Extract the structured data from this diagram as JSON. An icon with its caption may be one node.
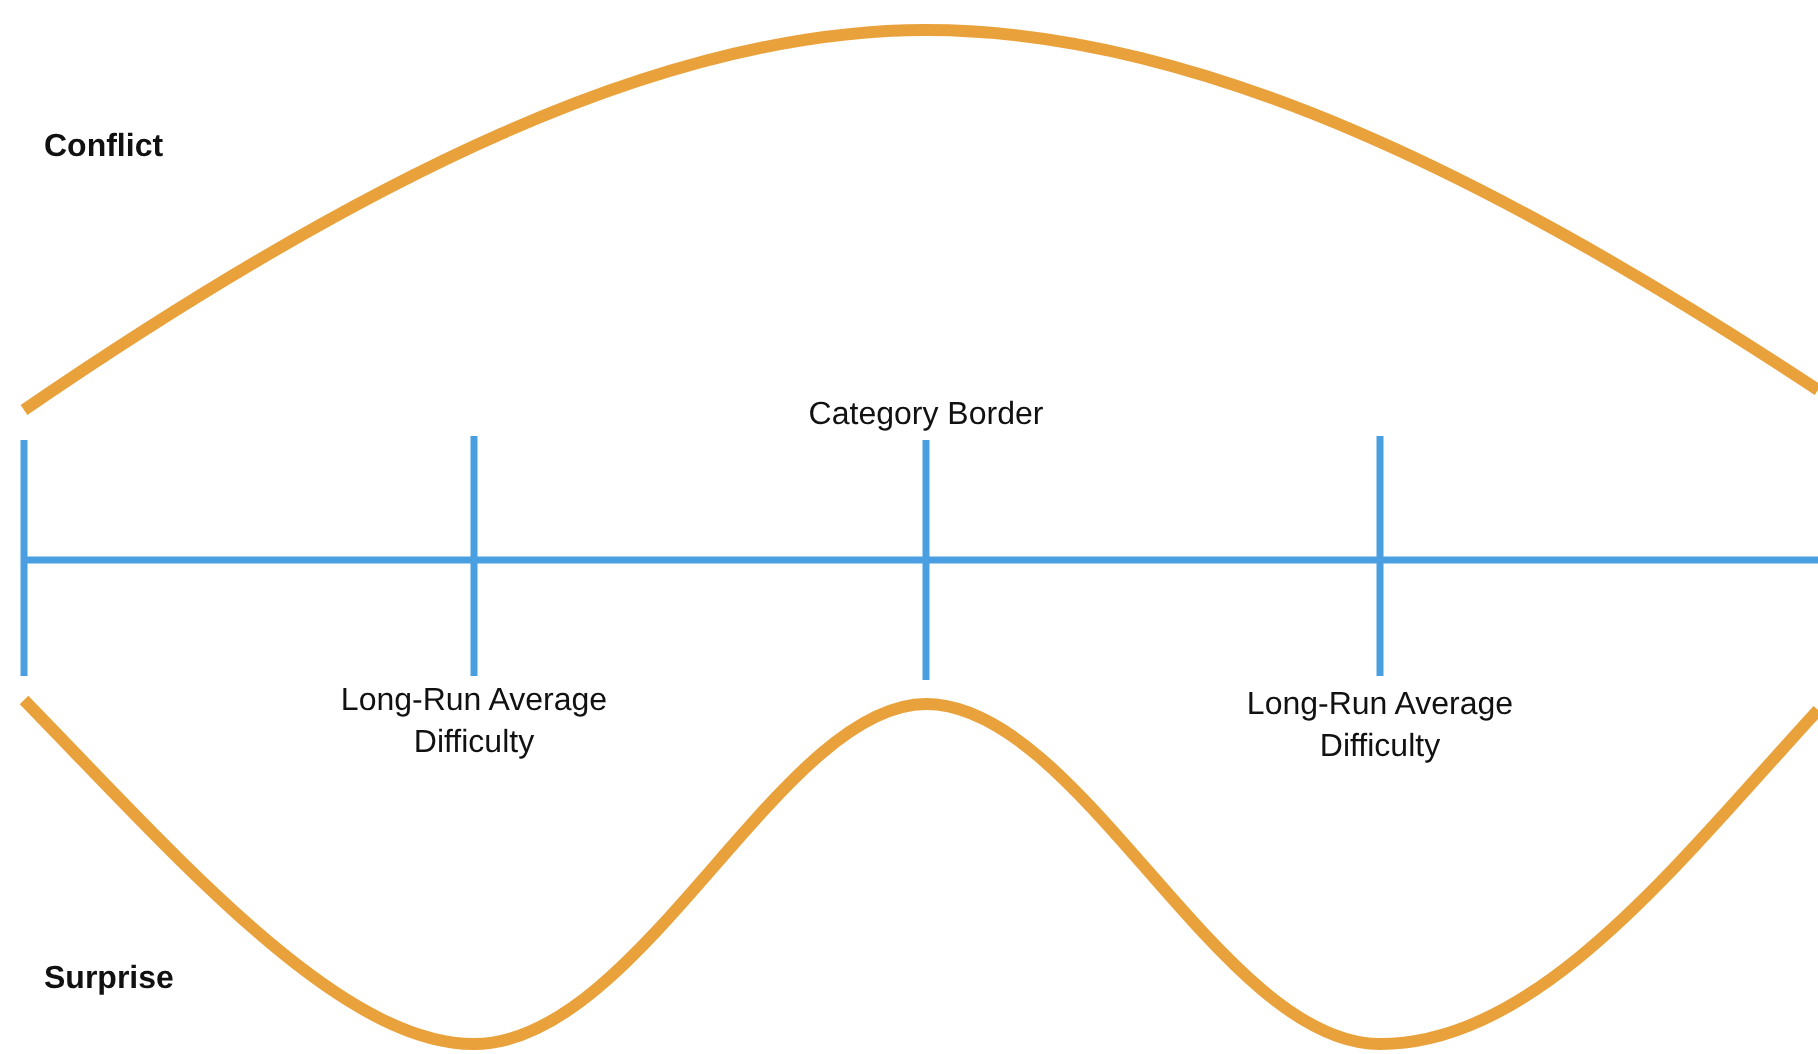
{
  "diagram": {
    "labels": [
      "Conflict",
      "Category Border",
      "Long-Run Average Difficulty",
      "Long-Run Average Difficulty",
      "Surprise"
    ]
  }
}
